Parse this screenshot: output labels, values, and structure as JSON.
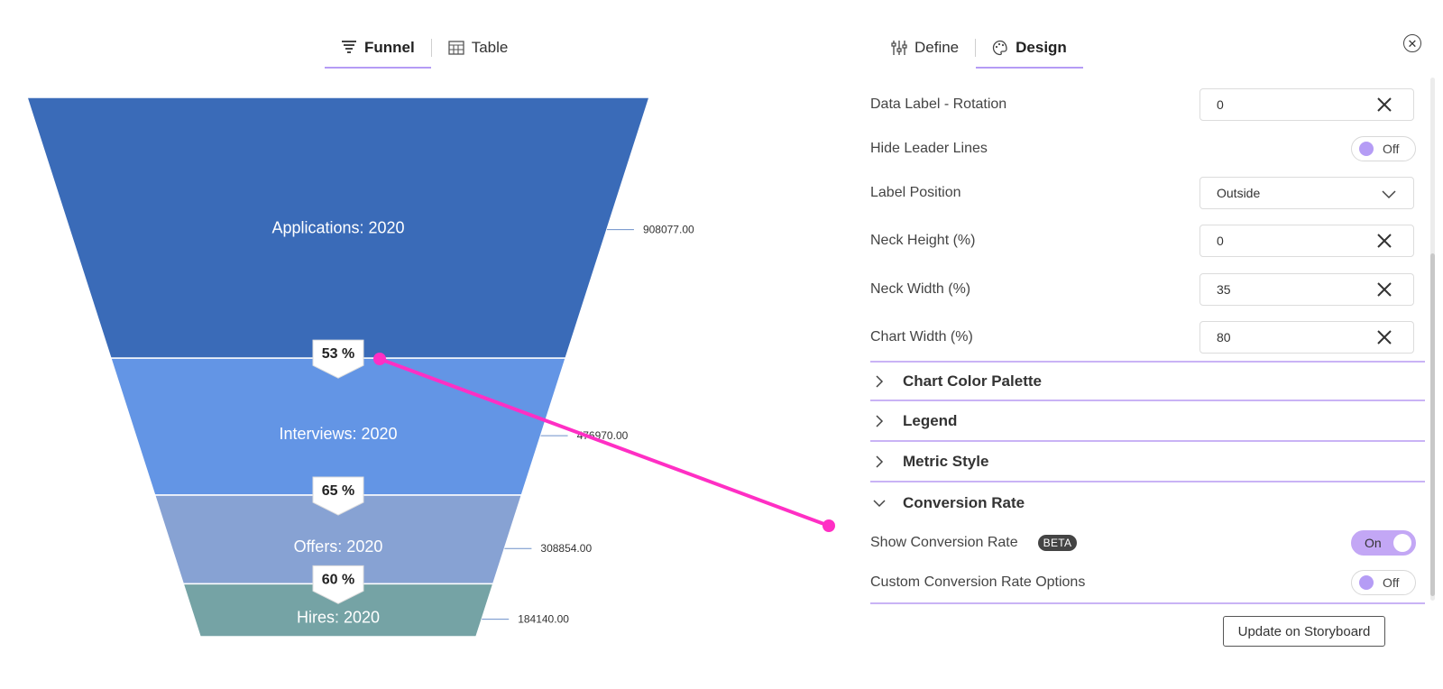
{
  "left_tabs": [
    {
      "label": "Funnel",
      "icon": "funnel-icon",
      "active": true
    },
    {
      "label": "Table",
      "icon": "table-icon",
      "active": false
    }
  ],
  "right_tabs": [
    {
      "label": "Define",
      "icon": "sliders-icon",
      "active": false
    },
    {
      "label": "Design",
      "icon": "palette-icon",
      "active": true
    }
  ],
  "design": {
    "data_label_rotation": {
      "label": "Data Label - Rotation",
      "value": "0"
    },
    "hide_leader_lines": {
      "label": "Hide Leader Lines",
      "state": "Off"
    },
    "label_position": {
      "label": "Label Position",
      "value": "Outside"
    },
    "neck_height": {
      "label": "Neck Height (%)",
      "value": "0"
    },
    "neck_width": {
      "label": "Neck Width (%)",
      "value": "35"
    },
    "chart_width": {
      "label": "Chart Width (%)",
      "value": "80"
    },
    "sections": [
      "Chart Color Palette",
      "Legend",
      "Metric Style",
      "Conversion Rate"
    ],
    "show_conversion_rate": {
      "label": "Show Conversion Rate",
      "badge": "BETA",
      "state": "On"
    },
    "custom_conversion_rate": {
      "label": "Custom Conversion Rate Options",
      "state": "Off"
    },
    "update_button": "Update on Storyboard"
  },
  "colors": {
    "accent": "#b59cf5",
    "annotation": "#ff2fc4"
  },
  "chart_data": {
    "type": "funnel",
    "categories": [
      "Applications: 2020",
      "Interviews: 2020",
      "Offers: 2020",
      "Hires: 2020"
    ],
    "values": [
      908077.0,
      476970.0,
      308854.0,
      184140.0
    ],
    "value_labels": [
      "908077.00",
      "476970.00",
      "308854.00",
      "184140.00"
    ],
    "conversion_rates": [
      "53 %",
      "65 %",
      "60 %"
    ],
    "colors": [
      "#3a6bb8",
      "#6395e5",
      "#87a2d3",
      "#75a3a5"
    ]
  }
}
